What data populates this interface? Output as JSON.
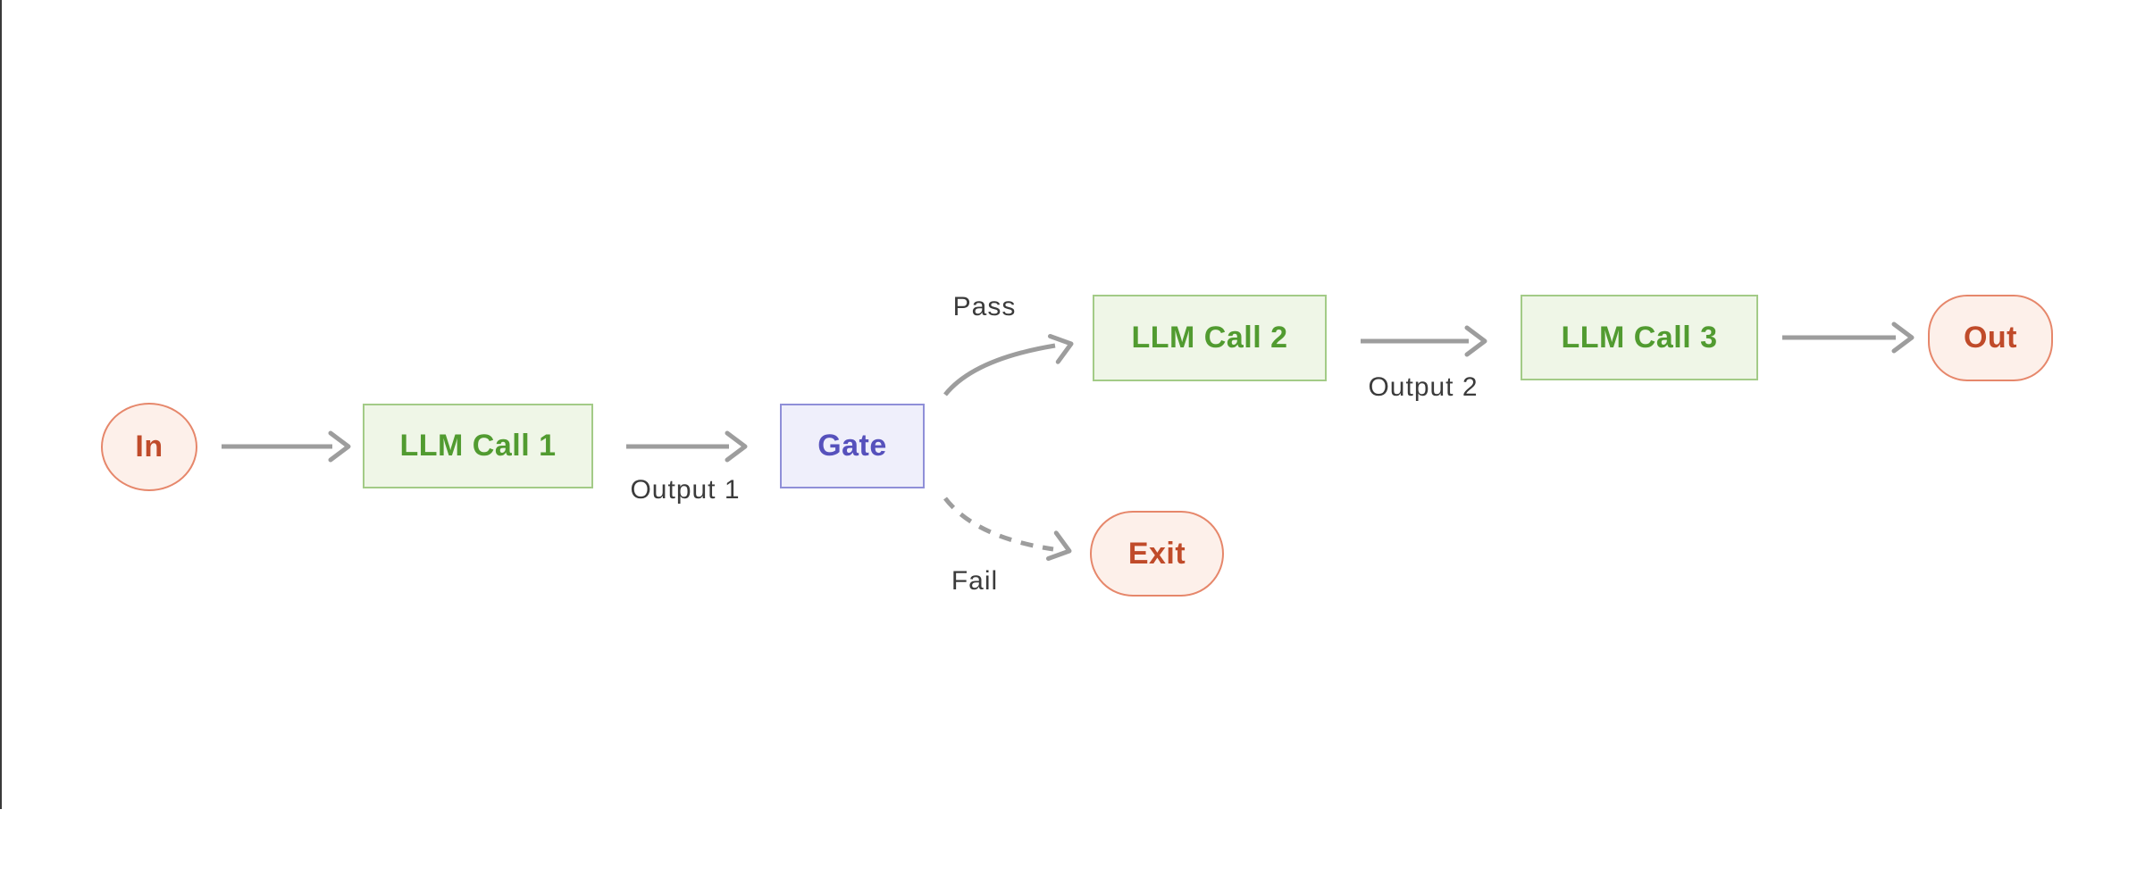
{
  "diagram": {
    "colors": {
      "canvas-bg": "#ffffff",
      "panel-edge": "#3a3a3a",
      "edge-gray": "#9d9d9d",
      "label-text": "#3b3b3b",
      "green-fill": "#eff6e7",
      "green-border": "#a3cb87",
      "green-text": "#519b30",
      "purple-fill": "#efeffb",
      "purple-border": "#8f8fd8",
      "purple-text": "#5651bc",
      "pink-fill": "#fdf0ea",
      "pink-border": "#e6876b",
      "rust-text": "#c04b2a"
    },
    "nodes": {
      "in": {
        "label": "In",
        "kind": "terminal"
      },
      "llm1": {
        "label": "LLM Call 1",
        "kind": "llm-call"
      },
      "gate": {
        "label": "Gate",
        "kind": "gate"
      },
      "llm2": {
        "label": "LLM Call 2",
        "kind": "llm-call"
      },
      "llm3": {
        "label": "LLM Call 3",
        "kind": "llm-call"
      },
      "out": {
        "label": "Out",
        "kind": "terminal"
      },
      "exit": {
        "label": "Exit",
        "kind": "terminal"
      }
    },
    "edges": {
      "in_llm1": {
        "from": "In",
        "to": "LLM Call 1",
        "label": "",
        "style": "solid"
      },
      "llm1_gate": {
        "from": "LLM Call 1",
        "to": "Gate",
        "label": "Output 1",
        "style": "solid"
      },
      "gate_llm2": {
        "from": "Gate",
        "to": "LLM Call 2",
        "label": "Pass",
        "style": "solid"
      },
      "gate_exit": {
        "from": "Gate",
        "to": "Exit",
        "label": "Fail",
        "style": "dashed"
      },
      "llm2_llm3": {
        "from": "LLM Call 2",
        "to": "LLM Call 3",
        "label": "Output 2",
        "style": "solid"
      },
      "llm3_out": {
        "from": "LLM Call 3",
        "to": "Out",
        "label": "",
        "style": "solid"
      }
    }
  }
}
